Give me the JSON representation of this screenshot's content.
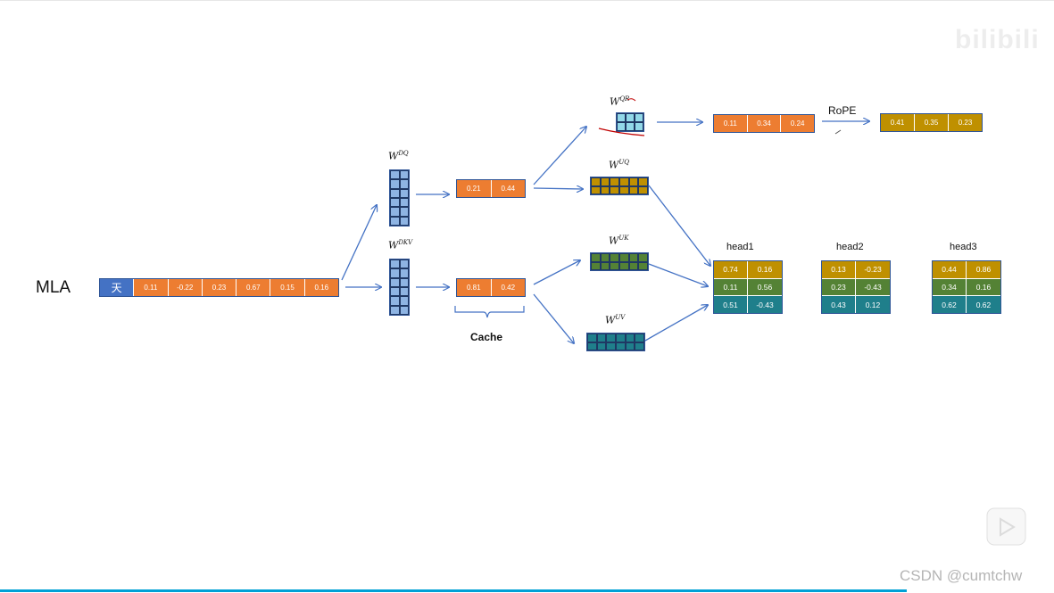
{
  "title": "MLA",
  "watermark_top": "bilibili",
  "watermark_bottom": "CSDN @cumtchw",
  "input_token": "天",
  "input_values": [
    "0.11",
    "-0.22",
    "0.23",
    "0.67",
    "0.15",
    "0.16"
  ],
  "weights": {
    "w_dq": {
      "base": "W",
      "sup": "DQ"
    },
    "w_dkv": {
      "base": "W",
      "sup": "DKV"
    },
    "w_qr": {
      "base": "W",
      "sup": "QR"
    },
    "w_uq": {
      "base": "W",
      "sup": "UQ"
    },
    "w_uk": {
      "base": "W",
      "sup": "UK"
    },
    "w_uv": {
      "base": "W",
      "sup": "UV"
    }
  },
  "q_latent": [
    "0.21",
    "0.44"
  ],
  "kv_latent": [
    "0.81",
    "0.42"
  ],
  "cache_label": "Cache",
  "rope_label": "RoPE",
  "q_rope_in": [
    "0.11",
    "0.34",
    "0.24"
  ],
  "q_rope_out": [
    "0.41",
    "0.35",
    "0.23"
  ],
  "heads": [
    {
      "label": "head1",
      "rows": [
        [
          "0.74",
          "0.16"
        ],
        [
          "0.11",
          "0.56"
        ],
        [
          "0.51",
          "-0.43"
        ]
      ]
    },
    {
      "label": "head2",
      "rows": [
        [
          "0.13",
          "-0.23"
        ],
        [
          "0.23",
          "-0.43"
        ],
        [
          "0.43",
          "0.12"
        ]
      ]
    },
    {
      "label": "head3",
      "rows": [
        [
          "0.44",
          "0.86"
        ],
        [
          "0.34",
          "0.16"
        ],
        [
          "0.62",
          "0.62"
        ]
      ]
    }
  ],
  "colors": {
    "orange": "#ed7d31",
    "gold": "#bf9000",
    "green": "#548235",
    "teal": "#1f7f8b",
    "blue": "#4472c4",
    "light_blue": "#8eb4e3",
    "cyan": "#92d8e8",
    "arrow": "#4472c4"
  }
}
